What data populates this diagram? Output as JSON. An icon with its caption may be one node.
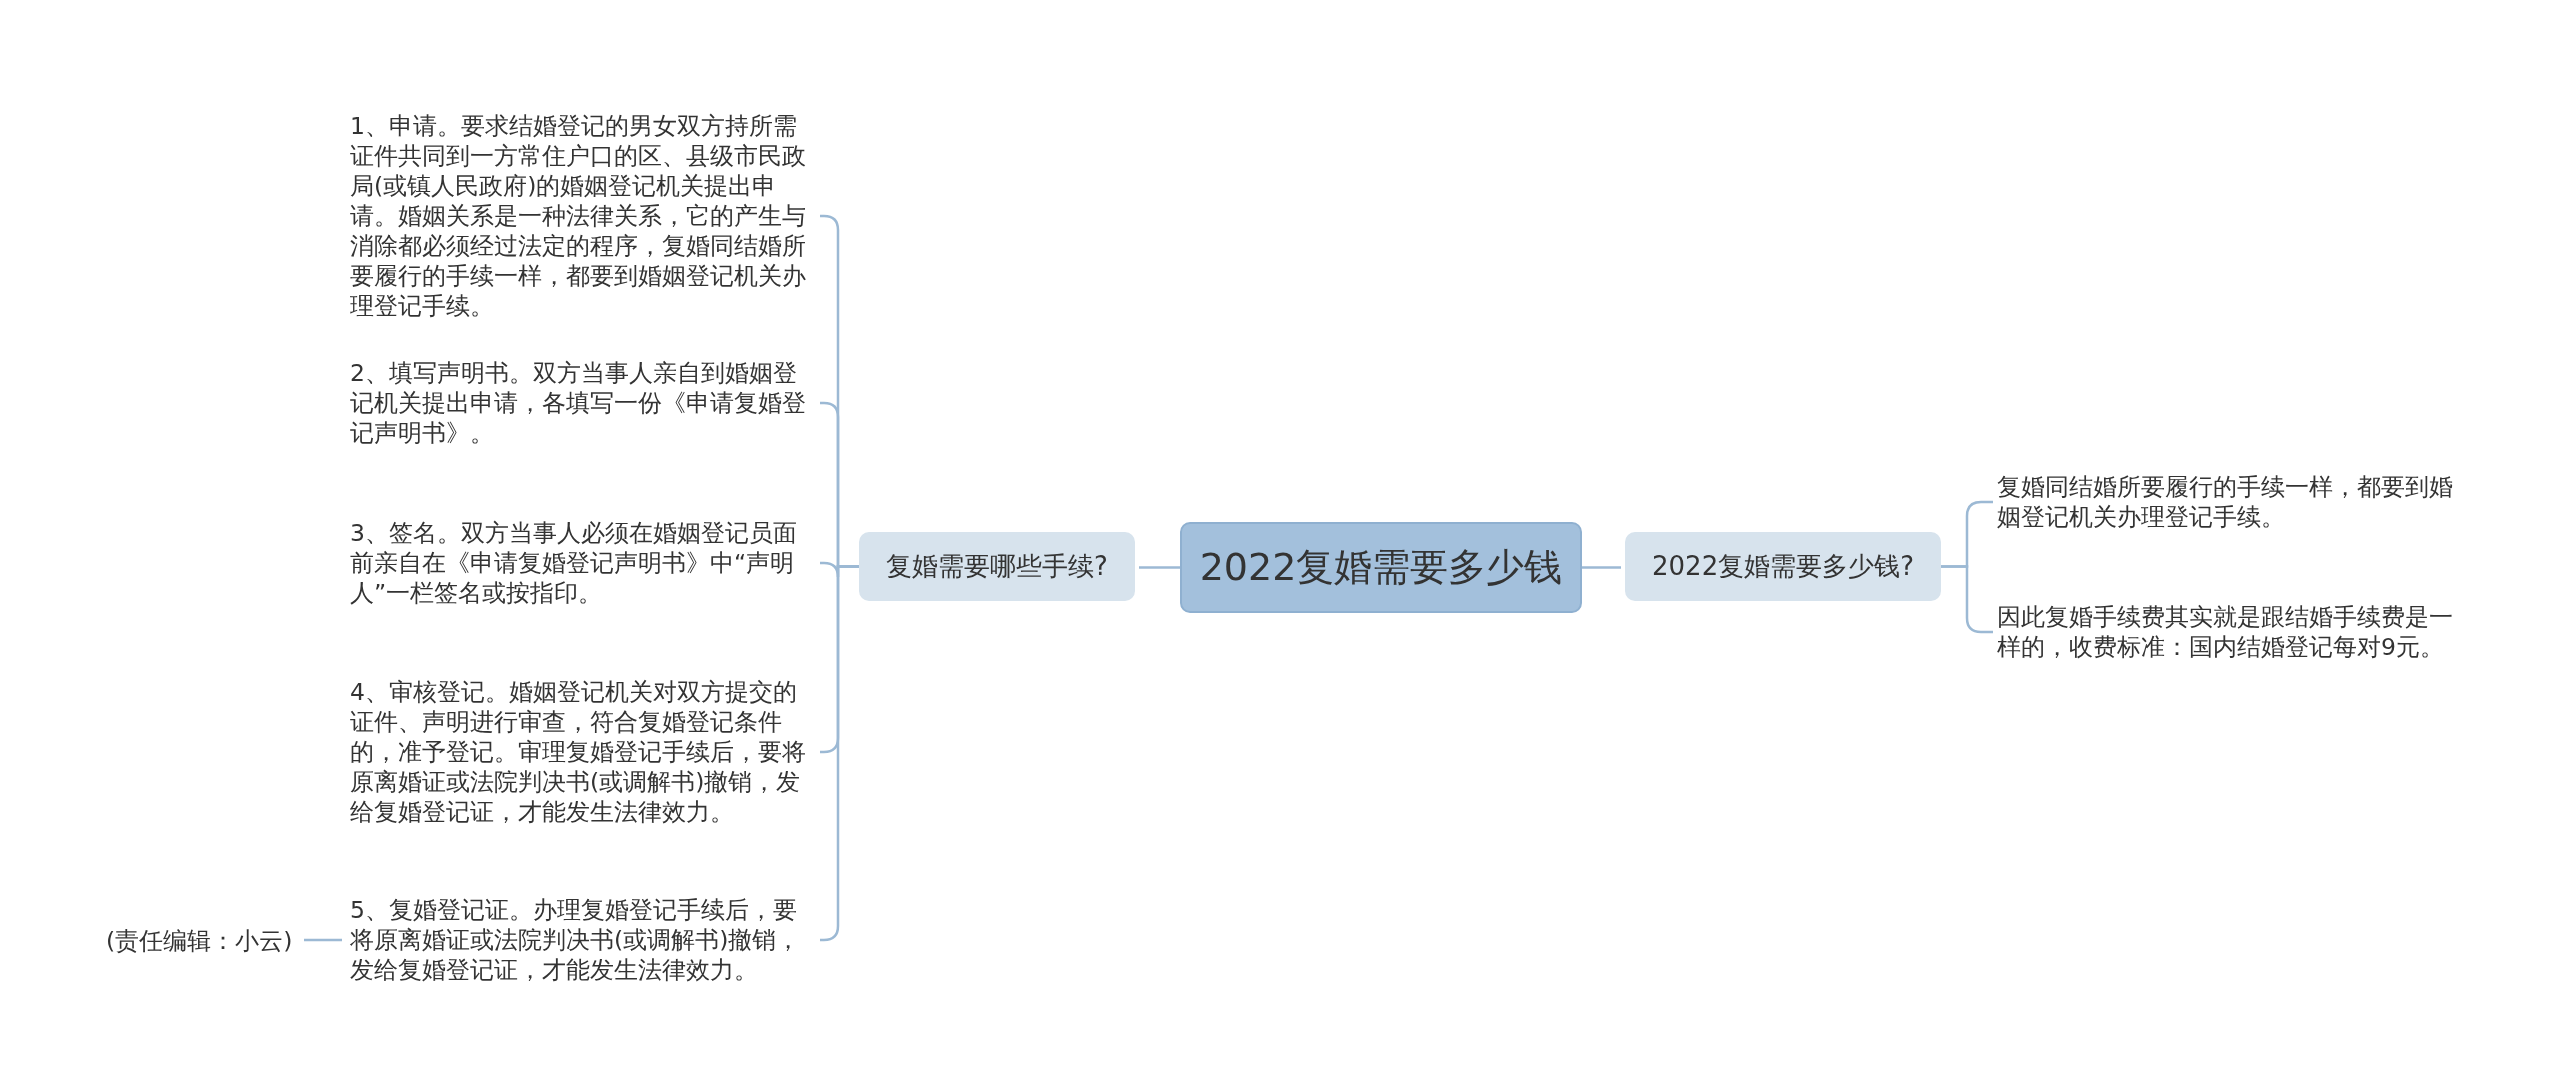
{
  "diagram": {
    "nodes": [
      {
        "text": [
          "2022复婚需要多少钱"
        ]
      },
      {
        "text": [
          "复婚需要哪些手续?"
        ]
      },
      {
        "text": [
          "1、申请。要求结婚登记的男女双方持所需证件共同到一方常住户口的区、县级市民政局(或镇人民政府)的婚姻登记机关提出申请。婚姻关系是一种法律关系，它的产生与消除都必须经过法定的程序，复婚同结婚所要履行的手续一样，都要到婚姻登记机关办理登记手续。"
        ]
      },
      {
        "text": [
          "2、填写声明书。双方当事人亲自到婚姻登记机关提出申请，各填写一份《申请复婚登记声明书》。"
        ]
      },
      {
        "text": [
          "3、签名。双方当事人必须在婚姻登记员面前亲自在《申请复婚登记声明书》中“声明人”一栏签名或按指印。"
        ]
      },
      {
        "text": [
          "4、审核登记。婚姻登记机关对双方提交的证件、声明进行审查，符合复婚登记条件的，准予登记。审理复婚登记手续后，要将原离婚证或法院判决书(或调解书)撤销，发给复婚登记证，才能发生法律效力。"
        ]
      },
      {
        "text": [
          "5、复婚登记证。办理复婚登记手续后，要将原离婚证或法院判决书(或调解书)撤销，发给复婚登记证，才能发生法律效力。"
        ]
      },
      {
        "text": [
          "(责任编辑：小云)"
        ]
      },
      {
        "text": [
          "2022复婚需要多少钱?"
        ]
      },
      {
        "text": [
          "复婚同结婚所要履行的手续一样，都要到婚姻登记机关办理登记手续。"
        ]
      },
      {
        "text": [
          "因此复婚手续费其实就是跟结婚手续费是一样的，收费标准：国内结婚登记每对9元。"
        ]
      }
    ],
    "edges": [
      {
        "from": 0,
        "to": 1,
        "arrow": "none"
      },
      {
        "from": 1,
        "to": 2,
        "arrow": "none"
      },
      {
        "from": 1,
        "to": 3,
        "arrow": "none"
      },
      {
        "from": 1,
        "to": 4,
        "arrow": "none"
      },
      {
        "from": 1,
        "to": 5,
        "arrow": "none"
      },
      {
        "from": 1,
        "to": 6,
        "arrow": "none"
      },
      {
        "from": 6,
        "to": 7,
        "arrow": "none"
      },
      {
        "from": 0,
        "to": 8,
        "arrow": "none"
      },
      {
        "from": 8,
        "to": 9,
        "arrow": "none"
      },
      {
        "from": 8,
        "to": 10,
        "arrow": "none"
      }
    ]
  }
}
